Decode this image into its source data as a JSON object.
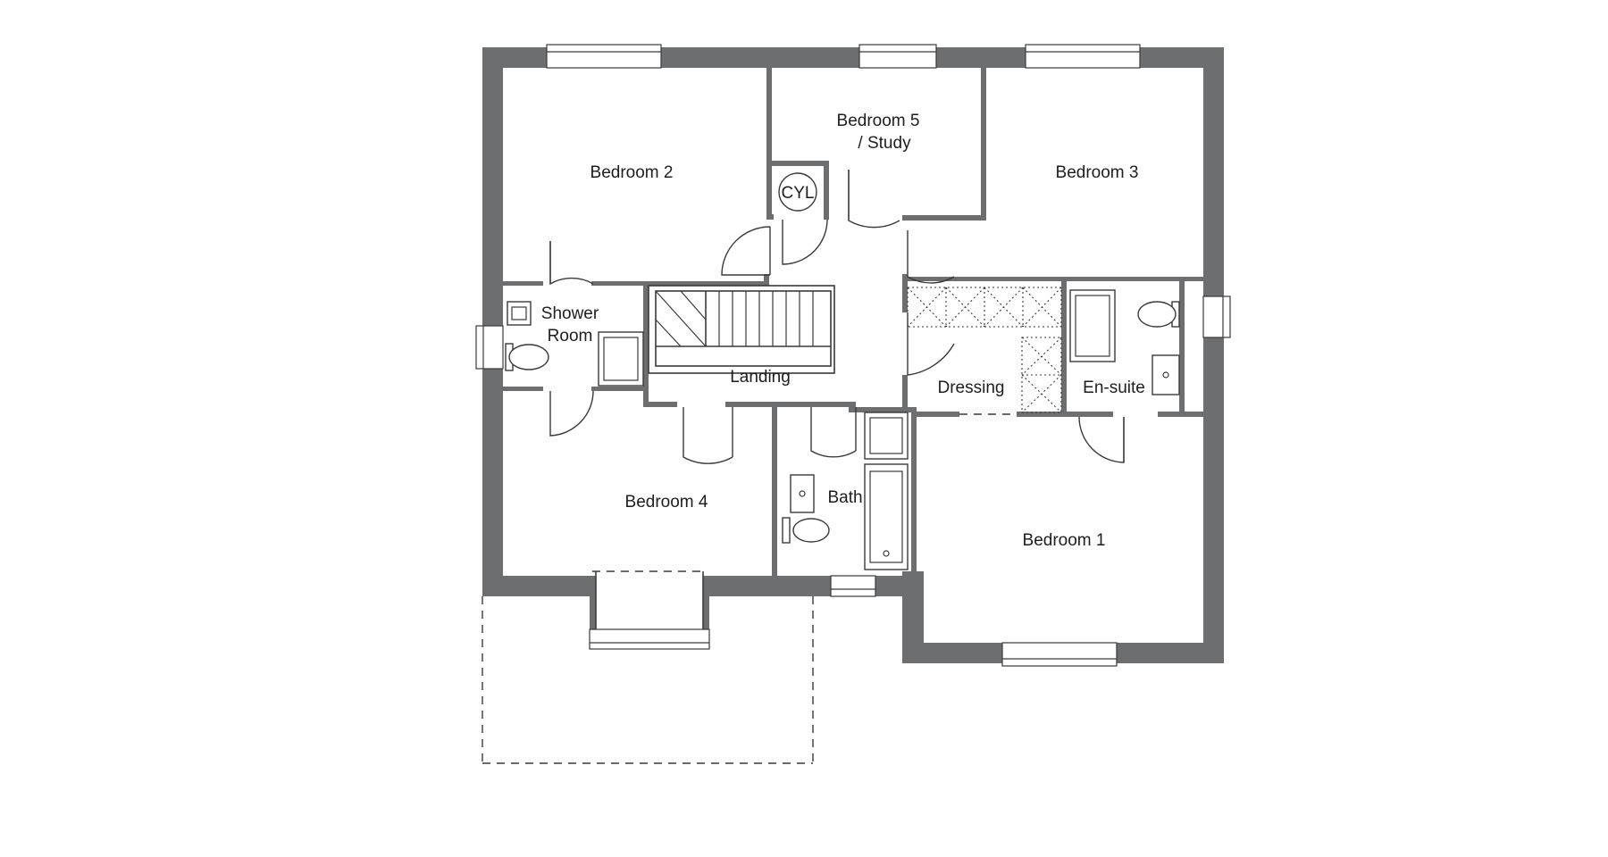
{
  "rooms": {
    "bedroom2": "Bedroom 2",
    "bedroom5_line1": "Bedroom 5",
    "bedroom5_line2": "/ Study",
    "bedroom3": "Bedroom 3",
    "cylinder": "CYL",
    "shower_line1": "Shower",
    "shower_line2": "Room",
    "landing": "Landing",
    "dressing": "Dressing",
    "ensuite": "En-suite",
    "bedroom4": "Bedroom 4",
    "bath": "Bath",
    "bedroom1": "Bedroom 1"
  },
  "colors": {
    "wall": "#6d6e70",
    "line": "#3a3a3a",
    "background": "#ffffff"
  }
}
